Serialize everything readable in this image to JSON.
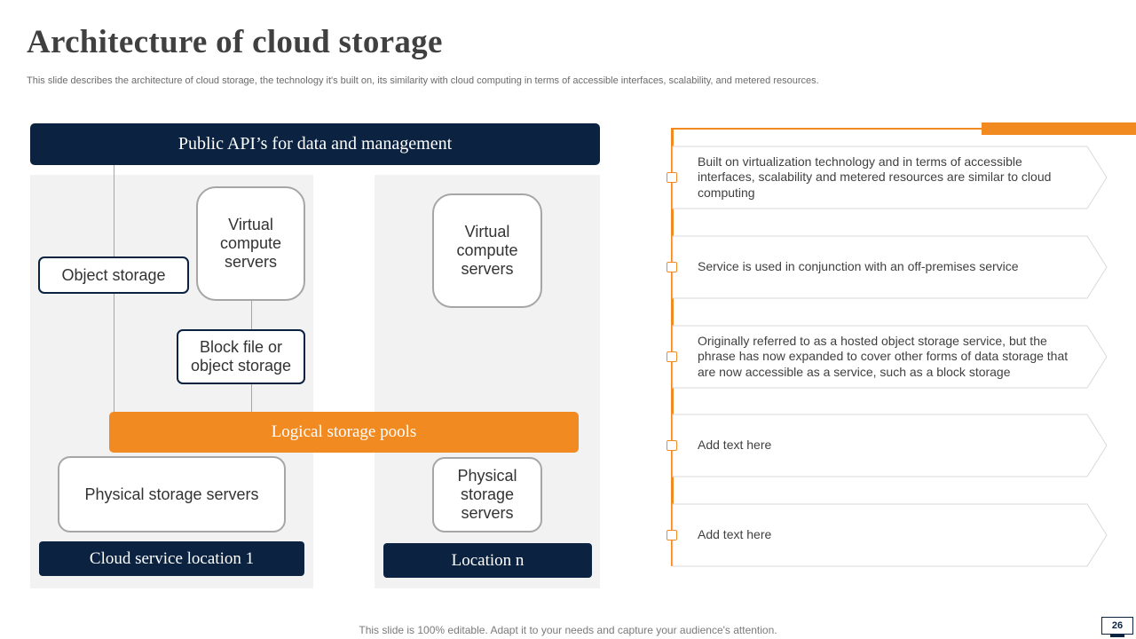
{
  "header": {
    "title": "Architecture of cloud storage",
    "subtitle": "This slide describes the architecture of cloud storage, the technology it's built on, its similarity with cloud computing in terms of accessible interfaces, scalability, and metered resources."
  },
  "diagram": {
    "api_bar": "Public API’s for data and management",
    "object_storage": "Object storage",
    "virtual_compute_1": "Virtual compute servers",
    "block_storage": "Block file or object storage",
    "logical_pools": "Logical storage pools",
    "physical_storage_1": "Physical storage servers",
    "location_1": "Cloud service location 1",
    "virtual_compute_n": "Virtual compute servers",
    "physical_storage_n": "Physical storage servers",
    "location_n": "Location n"
  },
  "points": [
    "Built on virtualization technology and in terms of accessible interfaces, scalability and metered resources are similar to cloud computing",
    "Service is used in conjunction with an off-premises service",
    "Originally referred to as a hosted object storage service, but the phrase has now expanded to cover other forms of data storage that are now accessible as a service, such as a block storage",
    "Add text here",
    "Add text here"
  ],
  "footer": {
    "note": "This slide is 100% editable. Adapt it to your needs and capture your audience's attention.",
    "page_number": "26"
  },
  "colors": {
    "navy": "#0b2340",
    "orange": "#f28a22",
    "panel_grey": "#f2f2f2",
    "border_grey": "#a6a6a6"
  }
}
